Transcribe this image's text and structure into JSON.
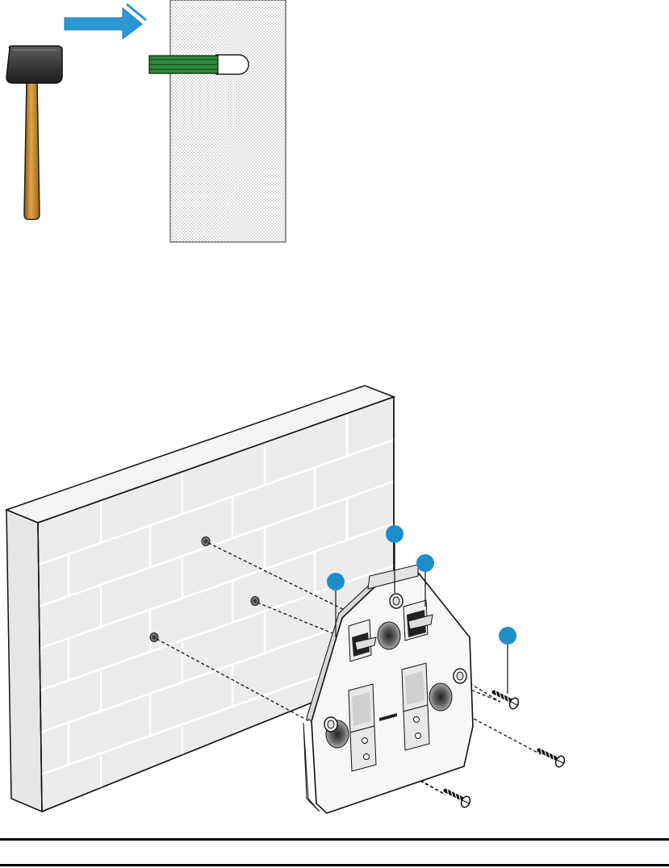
{
  "figure": {
    "type": "installation-diagram",
    "panels": [
      {
        "name": "anchor-insertion",
        "items": [
          "mallet",
          "push-arrow",
          "wall-section",
          "plastic-anchor",
          "drilled-hole"
        ]
      },
      {
        "name": "bracket-mounting",
        "items": [
          "brick-wall",
          "mounting-bracket",
          "screws",
          "callout-markers"
        ]
      }
    ],
    "callout_count": 4,
    "screw_count": 3,
    "wall_hole_count": 3
  },
  "colors": {
    "arrow": "#2a98d4",
    "callout": "#1e8ec9",
    "anchor": "#2f8a3a",
    "mallet_head": "#3a3a3a",
    "mallet_handle": "#c98a2a",
    "wall_fill": "#f2f2f2",
    "bracket_fill": "#f7f7f7",
    "line": "#111111"
  },
  "icons": [
    "mallet-icon",
    "arrow-right-icon",
    "screw-icon",
    "anchor-icon"
  ]
}
